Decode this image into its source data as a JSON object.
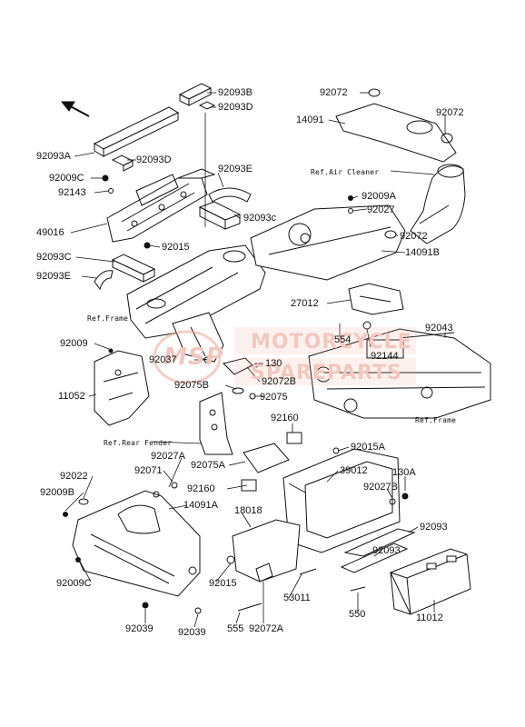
{
  "watermark": {
    "logo": "MSP",
    "line1": "MOTORCYCLE",
    "line2": "SPAREPARTS",
    "color": "#e8a090"
  },
  "references": {
    "air_cleaner": "Ref.Air Cleaner",
    "frame_left": "Ref.Frame",
    "frame_right": "Ref.Frame",
    "rear_fender": "Ref.Rear Fender"
  },
  "parts": {
    "p92093B": "92093B",
    "p92093D_top": "92093D",
    "p92093A": "92093A",
    "p92093D": "92093D",
    "p92009C_top": "92009C",
    "p92143": "92143",
    "p92093E_top": "92093E",
    "p49016": "49016",
    "p92093c": "92093c",
    "p92015_top": "92015",
    "p92093C": "92093C",
    "p92093E": "92093E",
    "p92072_a": "92072",
    "p14091": "14091",
    "p92072_b": "92072",
    "p92009A": "92009A",
    "p92027": "92027",
    "p92072_c": "92072",
    "p14091B": "14091B",
    "p27012": "27012",
    "p554": "554",
    "p92043": "92043",
    "p92144": "92144",
    "p92009": "92009",
    "p92037": "92037",
    "p130": "130",
    "p92072B": "92072B",
    "p92075B": "92075B",
    "p92075": "92075",
    "p11052": "11052",
    "p92160_a": "92160",
    "p92015A": "92015A",
    "p92027A": "92027A",
    "p92075A": "92075A",
    "p39012": "39012",
    "p130A": "130A",
    "p92071": "92071",
    "p92022": "92022",
    "p92027B": "92027B",
    "p92009B": "92009B",
    "p14091A": "14091A",
    "p92160_b": "92160",
    "p18018": "18018",
    "p92093_a": "92093",
    "p92093_b": "92093",
    "p92009C": "92009C",
    "p92015": "92015",
    "p53011": "53011",
    "p550": "550",
    "p92039_a": "92039",
    "p92039_b": "92039",
    "p555": "555",
    "p92072A": "92072A",
    "p11012": "11012"
  }
}
